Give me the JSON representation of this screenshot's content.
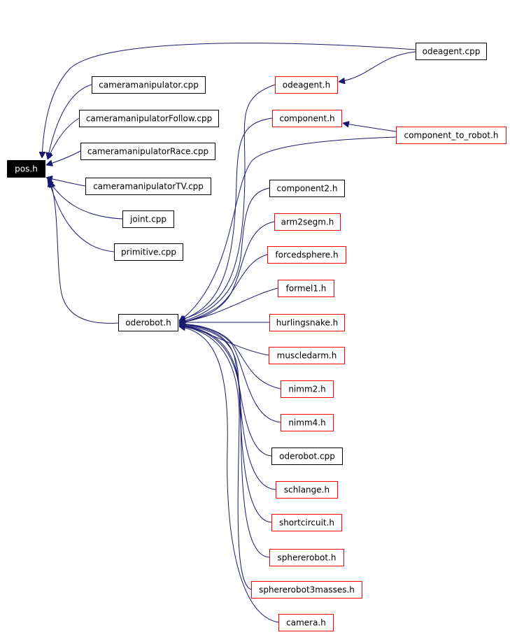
{
  "graph": {
    "colors": {
      "edge": "#191970",
      "root_fill": "#000000",
      "root_text": "#ffffff",
      "normal_border": "#000000",
      "link_border": "#ff0000",
      "text": "#000000",
      "fill": "#ffffff"
    },
    "nodes": [
      {
        "id": "pos_h",
        "label": "pos.h",
        "style": "root"
      },
      {
        "id": "cameramanipulator_cpp",
        "label": "cameramanipulator.cpp",
        "style": "normal"
      },
      {
        "id": "cameramanipulatorFollow_cpp",
        "label": "cameramanipulatorFollow.cpp",
        "style": "normal"
      },
      {
        "id": "cameramanipulatorRace_cpp",
        "label": "cameramanipulatorRace.cpp",
        "style": "normal"
      },
      {
        "id": "cameramanipulatorTV_cpp",
        "label": "cameramanipulatorTV.cpp",
        "style": "normal"
      },
      {
        "id": "joint_cpp",
        "label": "joint.cpp",
        "style": "normal"
      },
      {
        "id": "primitive_cpp",
        "label": "primitive.cpp",
        "style": "normal"
      },
      {
        "id": "oderobot_h",
        "label": "oderobot.h",
        "style": "normal"
      },
      {
        "id": "odeagent_cpp",
        "label": "odeagent.cpp",
        "style": "normal"
      },
      {
        "id": "odeagent_h",
        "label": "odeagent.h",
        "style": "link"
      },
      {
        "id": "component_h",
        "label": "component.h",
        "style": "link"
      },
      {
        "id": "component_to_robot_h",
        "label": "component_to_robot.h",
        "style": "link"
      },
      {
        "id": "component2_h",
        "label": "component2.h",
        "style": "normal"
      },
      {
        "id": "arm2segm_h",
        "label": "arm2segm.h",
        "style": "link"
      },
      {
        "id": "forcedsphere_h",
        "label": "forcedsphere.h",
        "style": "link"
      },
      {
        "id": "formel1_h",
        "label": "formel1.h",
        "style": "link"
      },
      {
        "id": "hurlingsnake_h",
        "label": "hurlingsnake.h",
        "style": "link"
      },
      {
        "id": "muscledarm_h",
        "label": "muscledarm.h",
        "style": "link"
      },
      {
        "id": "nimm2_h",
        "label": "nimm2.h",
        "style": "link"
      },
      {
        "id": "nimm4_h",
        "label": "nimm4.h",
        "style": "link"
      },
      {
        "id": "oderobot_cpp",
        "label": "oderobot.cpp",
        "style": "normal"
      },
      {
        "id": "schlange_h",
        "label": "schlange.h",
        "style": "link"
      },
      {
        "id": "shortcircuit_h",
        "label": "shortcircuit.h",
        "style": "link"
      },
      {
        "id": "sphererobot_h",
        "label": "sphererobot.h",
        "style": "link"
      },
      {
        "id": "sphererobot3masses_h",
        "label": "sphererobot3masses.h",
        "style": "link"
      },
      {
        "id": "camera_h",
        "label": "camera.h",
        "style": "link"
      }
    ],
    "edges": [
      {
        "from": "odeagent_cpp",
        "to": "pos_h"
      },
      {
        "from": "cameramanipulator_cpp",
        "to": "pos_h"
      },
      {
        "from": "cameramanipulatorFollow_cpp",
        "to": "pos_h"
      },
      {
        "from": "cameramanipulatorRace_cpp",
        "to": "pos_h"
      },
      {
        "from": "cameramanipulatorTV_cpp",
        "to": "pos_h"
      },
      {
        "from": "joint_cpp",
        "to": "pos_h"
      },
      {
        "from": "primitive_cpp",
        "to": "pos_h"
      },
      {
        "from": "oderobot_h",
        "to": "pos_h"
      },
      {
        "from": "odeagent_cpp",
        "to": "odeagent_h"
      },
      {
        "from": "component_to_robot_h",
        "to": "component_h"
      },
      {
        "from": "odeagent_h",
        "to": "oderobot_h"
      },
      {
        "from": "component_h",
        "to": "oderobot_h"
      },
      {
        "from": "component_to_robot_h",
        "to": "oderobot_h"
      },
      {
        "from": "component2_h",
        "to": "oderobot_h"
      },
      {
        "from": "arm2segm_h",
        "to": "oderobot_h"
      },
      {
        "from": "forcedsphere_h",
        "to": "oderobot_h"
      },
      {
        "from": "formel1_h",
        "to": "oderobot_h"
      },
      {
        "from": "hurlingsnake_h",
        "to": "oderobot_h"
      },
      {
        "from": "muscledarm_h",
        "to": "oderobot_h"
      },
      {
        "from": "nimm2_h",
        "to": "oderobot_h"
      },
      {
        "from": "nimm4_h",
        "to": "oderobot_h"
      },
      {
        "from": "oderobot_cpp",
        "to": "oderobot_h"
      },
      {
        "from": "schlange_h",
        "to": "oderobot_h"
      },
      {
        "from": "shortcircuit_h",
        "to": "oderobot_h"
      },
      {
        "from": "sphererobot_h",
        "to": "oderobot_h"
      },
      {
        "from": "sphererobot3masses_h",
        "to": "oderobot_h"
      },
      {
        "from": "camera_h",
        "to": "oderobot_h"
      }
    ]
  }
}
